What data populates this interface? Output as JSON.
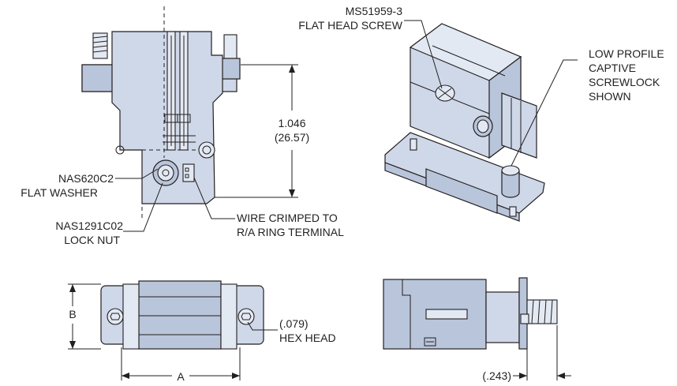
{
  "labels": {
    "screw_part": "MS51959-3",
    "screw_desc": "FLAT HEAD SCREW",
    "screwlock_1": "LOW PROFILE",
    "screwlock_2": "CAPTIVE",
    "screwlock_3": "SCREWLOCK",
    "screwlock_4": "SHOWN",
    "height_in": "1.046",
    "height_mm": "(26.57)",
    "washer_part": "NAS620C2",
    "washer_desc": "FLAT WASHER",
    "nut_part": "NAS1291C02",
    "nut_desc": "LOCK NUT",
    "wire_1": "WIRE CRIMPED TO",
    "wire_2": "R/A RING TERMINAL",
    "dim_b": "B",
    "dim_a": "A",
    "hex_size": "(.079)",
    "hex_desc": "HEX HEAD",
    "side_dim": "(.243)"
  },
  "colors": {
    "part_fill": "#cfd8e8",
    "part_shade": "#b9c5da",
    "line": "#231f20"
  }
}
